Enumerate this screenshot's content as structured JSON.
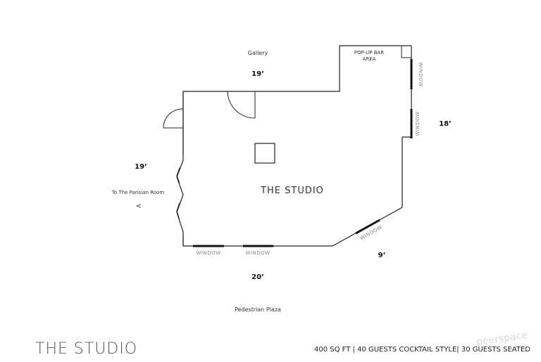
{
  "plan": {
    "room_name": "THE STUDIO",
    "labels": {
      "gallery": "Gallery",
      "popup_bar_line1": "POP-UP BAR",
      "popup_bar_line2": "AREA",
      "parisian_room": "To The Parisian Room",
      "parisian_arrow": "<",
      "pedestrian_plaza": "Pedestrian Plaza"
    },
    "dimensions": {
      "top": "19’",
      "left": "19’",
      "right": "18’",
      "bottom": "20’",
      "diagonal": "9’"
    },
    "windows": {
      "bottom_left": "WINDOW",
      "bottom_right": "WINDOW",
      "right_upper": "WINDOW",
      "right_lower": "WINDOW",
      "diagonal": "WINDOW"
    }
  },
  "footer": {
    "title": "THE STUDIO",
    "info": "400 SQ FT | 40 GUESTS COCKTAIL STYLE| 30 GUESTS SEATED",
    "watermark": "peerspace"
  }
}
